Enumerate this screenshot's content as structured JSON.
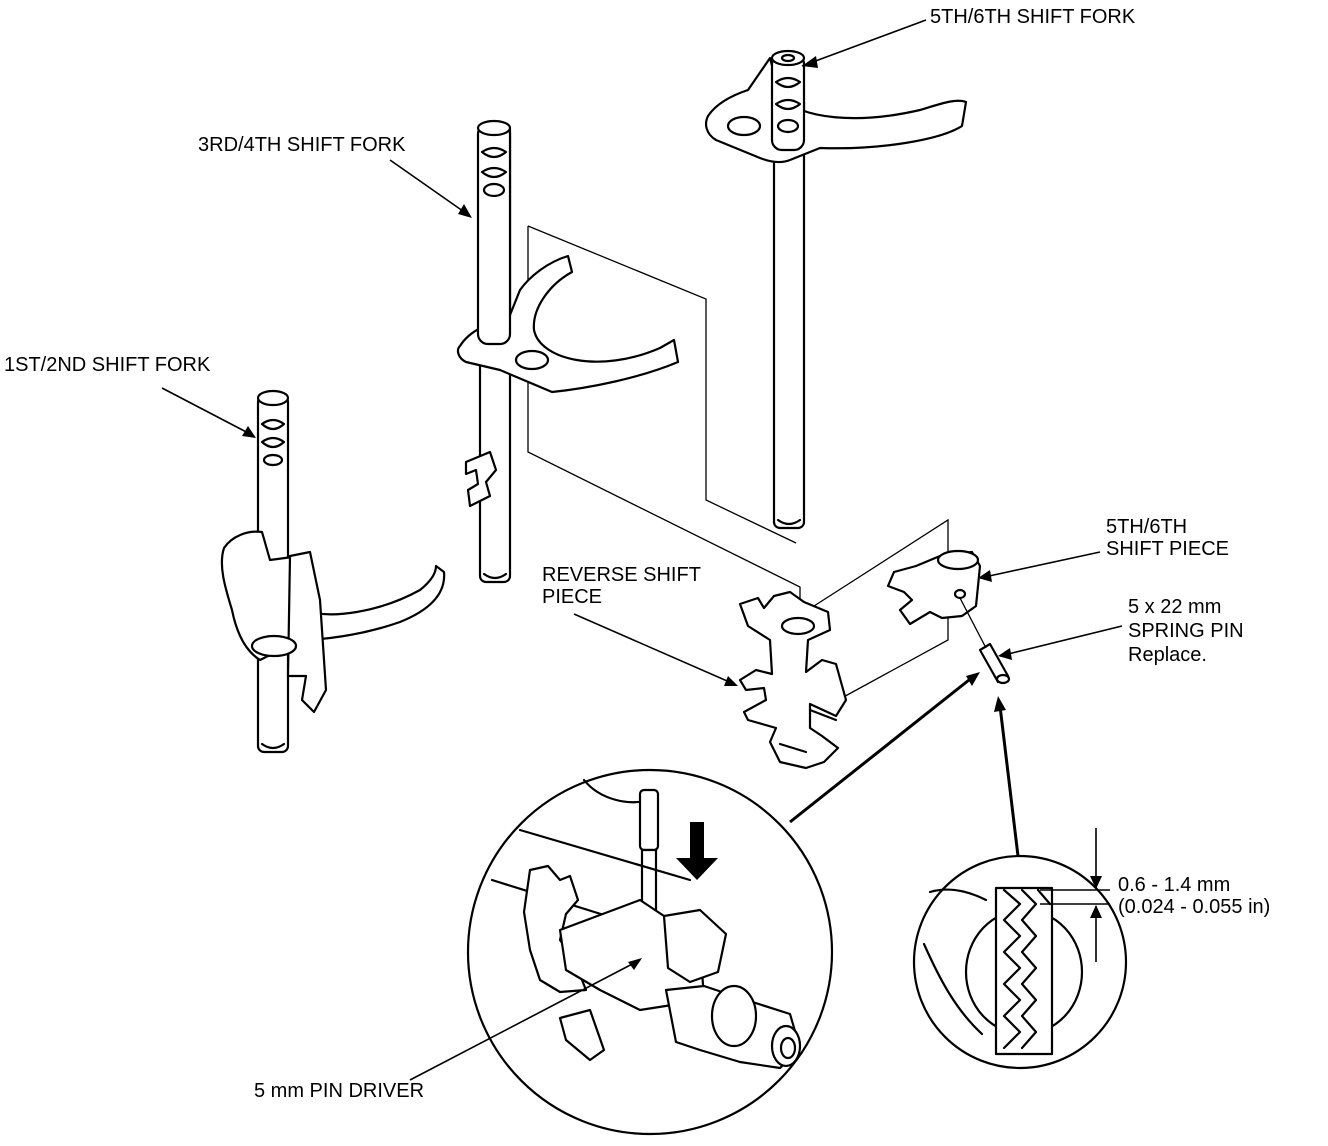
{
  "labels": {
    "fork_56": "5TH/6TH SHIFT FORK",
    "fork_34": "3RD/4TH SHIFT FORK",
    "fork_12": "1ST/2ND SHIFT FORK",
    "piece_56_line1": "5TH/6TH",
    "piece_56_line2": "SHIFT PIECE",
    "reverse_line1": "REVERSE SHIFT",
    "reverse_line2": "PIECE",
    "pin_line1": "5 x 22 mm",
    "pin_line2": "SPRING PIN",
    "pin_line3": "Replace.",
    "gap_line1": "0.6 - 1.4 mm",
    "gap_line2": "(0.024 - 0.055 in)",
    "driver": "5 mm PIN DRIVER"
  }
}
